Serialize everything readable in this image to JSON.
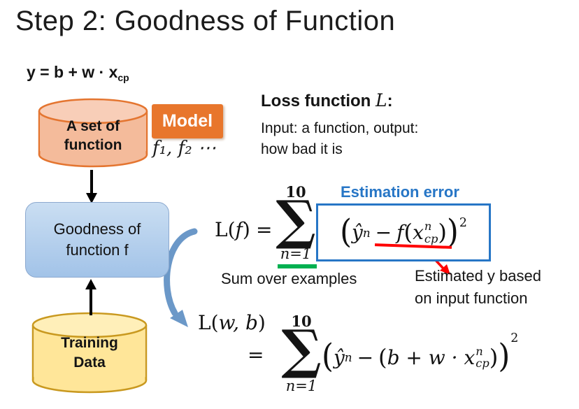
{
  "title": "Step 2: Goodness of Function",
  "top_equation": {
    "main": "y = b + w · x",
    "sub": "cp"
  },
  "pipeline": {
    "set_of_function": {
      "line1": "A set of",
      "line2": "function"
    },
    "model_badge": "Model",
    "function_list": "f₁, f₂ ⋯",
    "goodness_box": {
      "line1": "Goodness of",
      "line2": "function f"
    },
    "training_data": {
      "line1": "Training",
      "line2": "Data"
    }
  },
  "loss_description": {
    "heading_prefix": "Loss function ",
    "heading_symbol": "L",
    "heading_suffix": ":",
    "line1": "Input: a function, output:",
    "line2": "how bad it is"
  },
  "formula_lf": {
    "lhs_roman": "L",
    "lhs_open": "(",
    "lhs_var": "f",
    "lhs_close": ")",
    "equals": "=",
    "sum_upper": "10",
    "sum_sigma": "∑",
    "sum_lower": "n=1",
    "paren_open": "(",
    "y_hat": "ŷ",
    "y_sup": "n",
    "minus": "−",
    "f_var": "f",
    "inner_open": "(",
    "x_var": "x",
    "x_sup": "n",
    "x_sub": "cp",
    "inner_close": ")",
    "paren_close": ")",
    "exponent": "2",
    "labels": {
      "estimation_error": "Estimation error",
      "sum_over_examples": "Sum over examples",
      "estimated_line1": "Estimated y based",
      "estimated_line2": "on input function"
    }
  },
  "formula_lwb": {
    "lhs_roman": "L",
    "lhs_open": "(",
    "lhs_vars": "w, b",
    "lhs_close": ")",
    "equals": "=",
    "sum_upper": "10",
    "sum_sigma": "∑",
    "sum_lower": "n=1",
    "paren_open": "(",
    "y_hat": "ŷ",
    "y_sup": "n",
    "minus": "−",
    "inner_open": "(",
    "inner_body": "b + w · x",
    "x_sup": "n",
    "x_sub": "cp",
    "inner_close": ")",
    "paren_close": ")",
    "exponent": "2"
  },
  "colors": {
    "orange_fill": "#F4BB9B",
    "orange_top": "#F8CEB8",
    "orange_border": "#E47530",
    "model_bg": "#E8762C",
    "blue_box_fill": "#AECBEC",
    "blue_box_border": "#8CA9CF",
    "yellow_fill": "#FFE699",
    "yellow_top": "#FFEFB9",
    "yellow_border": "#C9991F",
    "accent_blue": "#2776C6",
    "green": "#00B050",
    "red": "#FF0000",
    "arrow_blue": "#6B98C8",
    "black": "#141414"
  }
}
